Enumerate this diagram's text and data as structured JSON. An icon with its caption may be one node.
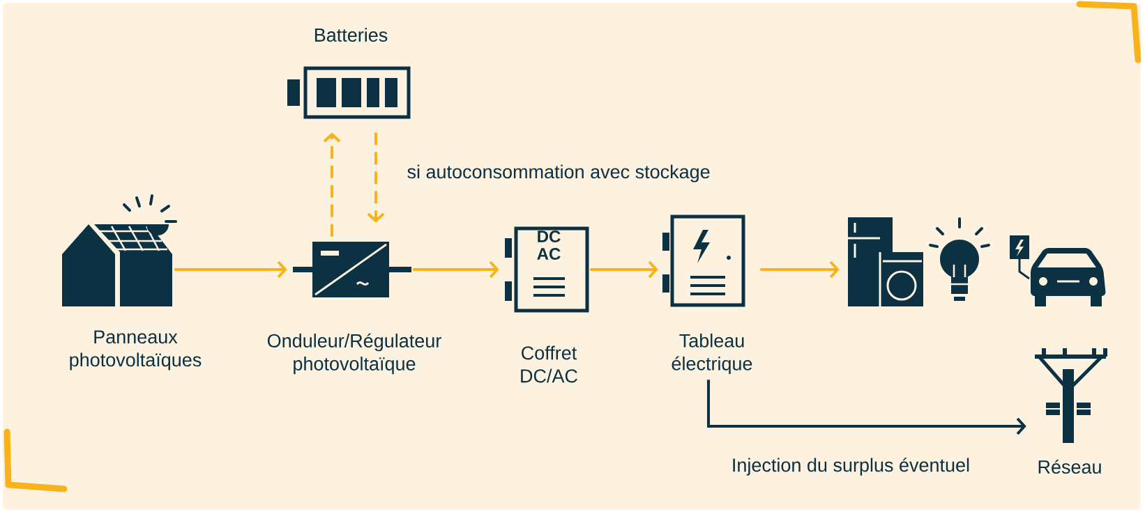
{
  "diagram": {
    "nodes": [
      {
        "text": [
          "Batteries"
        ]
      },
      {
        "text": [
          "Panneaux photovoltaïques"
        ]
      },
      {
        "text": [
          "Onduleur/Régulateur photovoltaïque"
        ]
      },
      {
        "text": [
          "DC AC",
          "Coffret DC/AC"
        ]
      },
      {
        "text": [
          "Tableau électrique"
        ]
      },
      {
        "text": [],
        "shape": "picture"
      },
      {
        "text": [
          "Réseau"
        ]
      }
    ],
    "edges": [
      {
        "from": 1,
        "to": 2,
        "arrow": "to"
      },
      {
        "from": 2,
        "to": 0,
        "arrow": "to",
        "style": "dashed"
      },
      {
        "from": 0,
        "to": 2,
        "arrow": "to",
        "style": "dashed"
      },
      {
        "from": 2,
        "to": 3,
        "arrow": "to"
      },
      {
        "from": 3,
        "to": 4,
        "arrow": "to"
      },
      {
        "from": 4,
        "to": 5,
        "arrow": "to"
      },
      {
        "from": 4,
        "to": 6,
        "arrow": "to",
        "label": "Injection du surplus éventuel",
        "color": "#0b3142"
      }
    ],
    "labels": [
      "si autoconsommation avec stockage"
    ]
  }
}
